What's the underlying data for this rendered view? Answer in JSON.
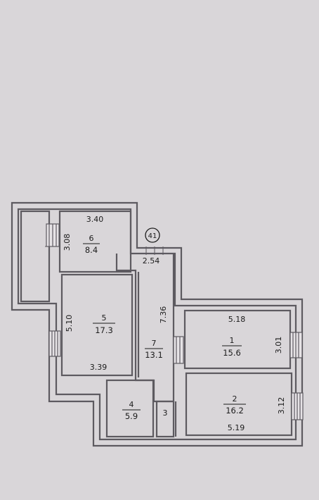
{
  "plan": {
    "marker": "41",
    "colors": {
      "paper": "#d9d6d9",
      "wall": "#5d5a60",
      "ink": "#1c1c1c"
    },
    "rooms": [
      {
        "id": "6",
        "number": "6",
        "area": "8.4",
        "dims": [
          "3.40",
          "3.08"
        ]
      },
      {
        "id": "5",
        "number": "5",
        "area": "17.3",
        "dims": [
          "5.10",
          "3.39"
        ]
      },
      {
        "id": "7",
        "number": "7",
        "area": "13.1",
        "dims": [
          "2.54",
          "7.36"
        ]
      },
      {
        "id": "1",
        "number": "1",
        "area": "15.6",
        "dims": [
          "5.18",
          "3.01"
        ]
      },
      {
        "id": "2",
        "number": "2",
        "area": "16.2",
        "dims": [
          "3.12",
          "5.19"
        ]
      },
      {
        "id": "4",
        "number": "4",
        "area": "5.9",
        "dims": []
      },
      {
        "id": "3",
        "number": "3",
        "area": "",
        "dims": []
      }
    ]
  }
}
